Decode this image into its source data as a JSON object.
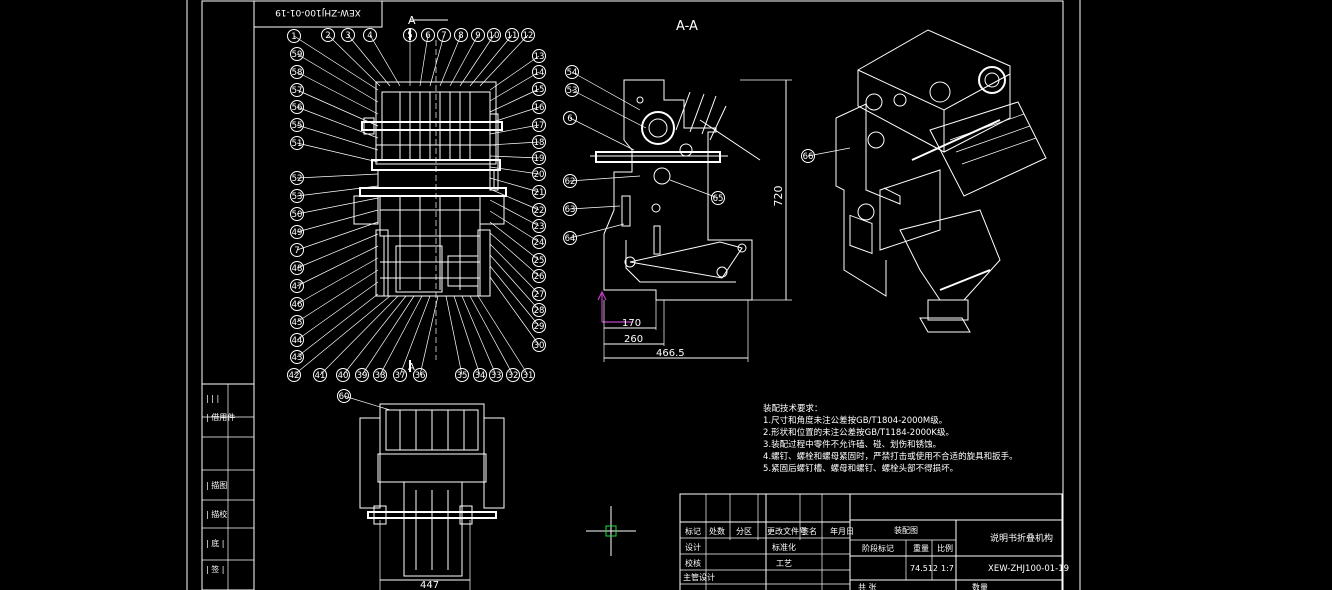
{
  "drawing": {
    "code_rotated": "XEW-ZHJ100-01-19",
    "section_mark": "A",
    "section_title": "A-A",
    "balloons_top": [
      "2",
      "3",
      "4",
      "5",
      "6",
      "7",
      "8",
      "9",
      "10",
      "11",
      "12"
    ],
    "balloons_left": [
      "1",
      "59",
      "58",
      "57",
      "56",
      "55",
      "51",
      "52",
      "53",
      "50",
      "49",
      "7",
      "48",
      "47",
      "46",
      "45",
      "44",
      "43"
    ],
    "balloons_right": [
      "13",
      "14",
      "15",
      "16",
      "17",
      "18",
      "19",
      "20",
      "21",
      "22",
      "23",
      "24",
      "25",
      "26",
      "27",
      "28",
      "29",
      "30"
    ],
    "balloons_bottom": [
      "42",
      "41",
      "40",
      "39",
      "38",
      "37",
      "36",
      "35",
      "34",
      "33",
      "32",
      "31"
    ],
    "balloons_section": [
      "54",
      "53",
      "6",
      "62",
      "63",
      "64",
      "65"
    ],
    "balloon_iso": "66",
    "balloon_bottom_view": "60",
    "dims": {
      "height": "720",
      "d170": "170",
      "d260": "260",
      "d466": "466.5",
      "d447": "447"
    }
  },
  "notes": {
    "title": "装配技术要求：",
    "lines": [
      "1.尺寸和角度未注公差按GB/T1804-2000M级。",
      "2.形状和位置的未注公差按GB/T1184-2000K级。",
      "3.装配过程中零件不允许磕、碰、划伤和锈蚀。",
      "4.螺钉、螺栓和螺母紧固时，严禁打击或使用不合适的旋具和扳手。",
      "5.紧固后螺钉槽、螺母和螺钉、螺栓头部不得损坏。"
    ]
  },
  "title_block": {
    "headers": [
      "标记",
      "处数",
      "分区",
      "更改文件号",
      "签名",
      "年月日"
    ],
    "rows_left": [
      "设计",
      "校核",
      "主管设计"
    ],
    "std": "标准化",
    "craft": "工艺",
    "assembly": "装配图",
    "stage_labels": "阶段标记",
    "weight_label": "重量",
    "scale_label": "比例",
    "weight": "74.512",
    "scale": "1:7",
    "name": "说明书折叠机构",
    "code": "XEW-ZHJ100-01-19",
    "sheet_left": "共  张",
    "sheet_right": "数量"
  },
  "sidebar": {
    "labels": [
      "| |  |",
      "| 借用件",
      "| 描图",
      "| 描校",
      "| 底  |",
      "| 签 |"
    ]
  }
}
